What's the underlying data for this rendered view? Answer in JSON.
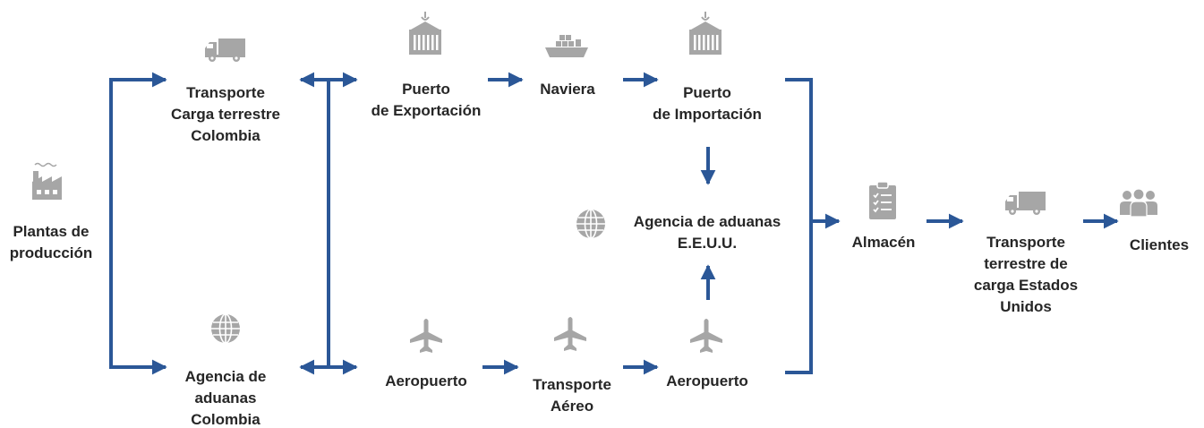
{
  "nodes": {
    "plantas": [
      "Plantas de",
      "producción"
    ],
    "transporte_col": [
      "Transporte",
      "Carga terrestre",
      "Colombia"
    ],
    "agencia_col": [
      "Agencia de",
      "aduanas",
      "Colombia"
    ],
    "puerto_exp": [
      "Puerto",
      "de Exportación"
    ],
    "naviera": [
      "Naviera"
    ],
    "puerto_imp": [
      "Puerto",
      "de Importación"
    ],
    "agencia_eeuu": [
      "Agencia de aduanas",
      "E.E.U.U."
    ],
    "aeropuerto_origen": [
      "Aeropuerto"
    ],
    "transporte_aereo": [
      "Transporte",
      "Aéreo"
    ],
    "aeropuerto_destino": [
      "Aeropuerto"
    ],
    "almacen": [
      "Almacén"
    ],
    "transporte_eeuu": [
      "Transporte",
      "terrestre de",
      "carga Estados",
      "Unidos"
    ],
    "clientes": [
      "Clientes"
    ]
  },
  "icons": {
    "plantas": "factory-icon",
    "transporte_col": "truck-icon",
    "agencia_col": "globe-icon",
    "puerto_exp": "container-crane-icon",
    "naviera": "cargo-ship-icon",
    "puerto_imp": "container-crane-icon",
    "agencia_eeuu": "globe-icon",
    "aeropuerto_origen": "airplane-icon",
    "transporte_aereo": "airplane-icon",
    "aeropuerto_destino": "airplane-icon",
    "almacen": "clipboard-checklist-icon",
    "transporte_eeuu": "truck-icon",
    "clientes": "people-group-icon"
  },
  "colors": {
    "connector": "#2b5797",
    "icon": "#a6a6a6",
    "text": "#262626"
  }
}
